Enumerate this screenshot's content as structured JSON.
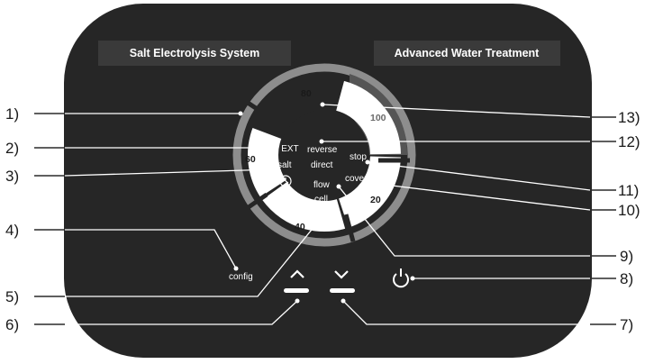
{
  "panel": {
    "title_left": "Salt Electrolysis System",
    "title_right": "Advanced Water Treatment",
    "background_color": "#262626",
    "title_box_color": "#3a3a3a"
  },
  "dial": {
    "scale_80": "80",
    "scale_60": "60",
    "scale_40": "40",
    "scale_20": "20",
    "scale_100": "100",
    "labels": {
      "cl_ext": "Cl EXT",
      "salt": "salt",
      "reverse": "reverse",
      "direct": "direct",
      "stop": "stop",
      "cover": "cover",
      "flow": "flow",
      "cell": "cell"
    },
    "clock_icon": "clock-icon"
  },
  "controls": {
    "config_label": "config",
    "up_icon": "chevron-up-icon",
    "down_icon": "chevron-down-icon",
    "power_icon": "power-icon"
  },
  "callouts": {
    "c1": "1)",
    "c2": "2)",
    "c3": "3)",
    "c4": "4)",
    "c5": "5)",
    "c6": "6)",
    "c7": "7)",
    "c8": "8)",
    "c9": "9)",
    "c10": "10)",
    "c11": "11)",
    "c12": "12)",
    "c13": "13)"
  }
}
